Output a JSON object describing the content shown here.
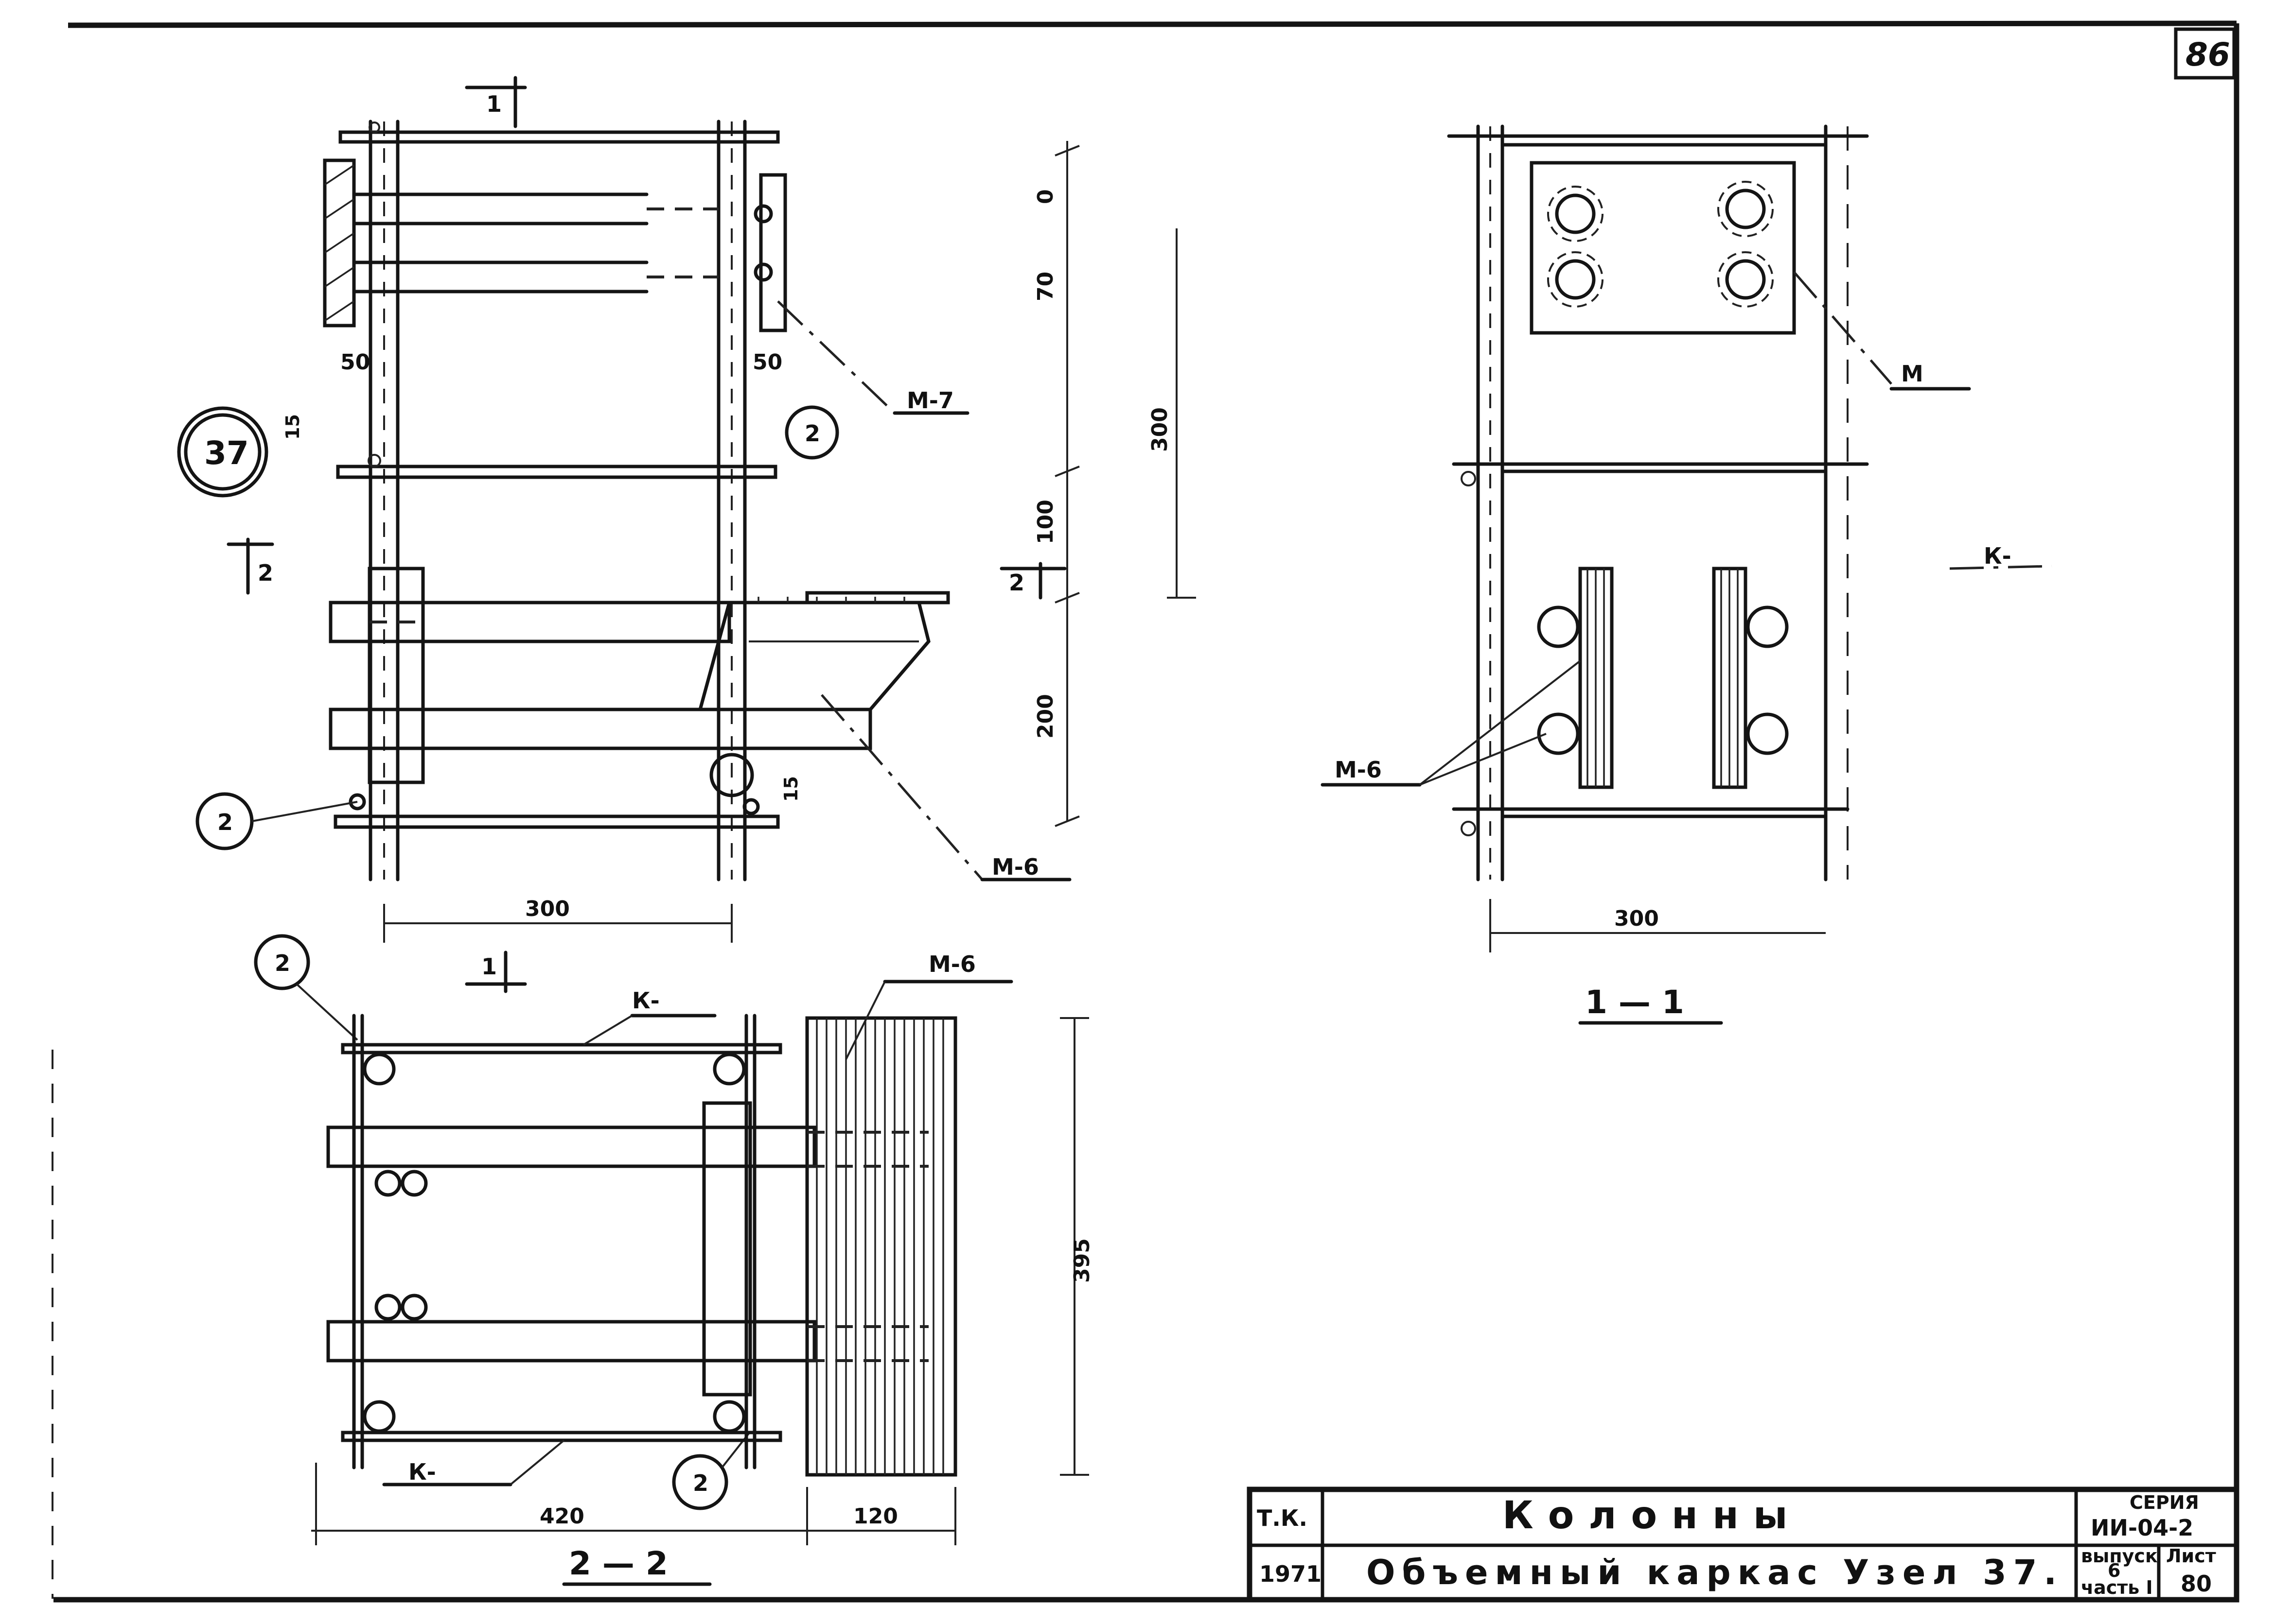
{
  "sheet": {
    "page_number": "86",
    "node_marker": "37"
  },
  "labels": {
    "detail_m7": "М-7",
    "detail_m6": "М-6",
    "detail_m": "М",
    "part_k": "К-",
    "pos_2": "2",
    "section_1": "1",
    "section_2": "2",
    "section_1_1": "1 — 1",
    "section_2_2": "2 — 2"
  },
  "dimensions": {
    "d50": "50",
    "d15": "15",
    "d0": "0",
    "d70": "70",
    "d300": "300",
    "d100": "100",
    "d200": "200",
    "d395": "395",
    "d420": "420",
    "d120": "120"
  },
  "title_block": {
    "code_label": "Т.К.",
    "year": "1971",
    "title_main": "Колонны",
    "title_sub": "Объемный каркас  Узел 37.",
    "series_label": "СЕРИЯ",
    "series_value": "ИИ-04-2",
    "issue_label": "выпуск",
    "issue_value": "6",
    "part_label": "часть I",
    "sheet_label": "Лист",
    "sheet_value": "80"
  }
}
